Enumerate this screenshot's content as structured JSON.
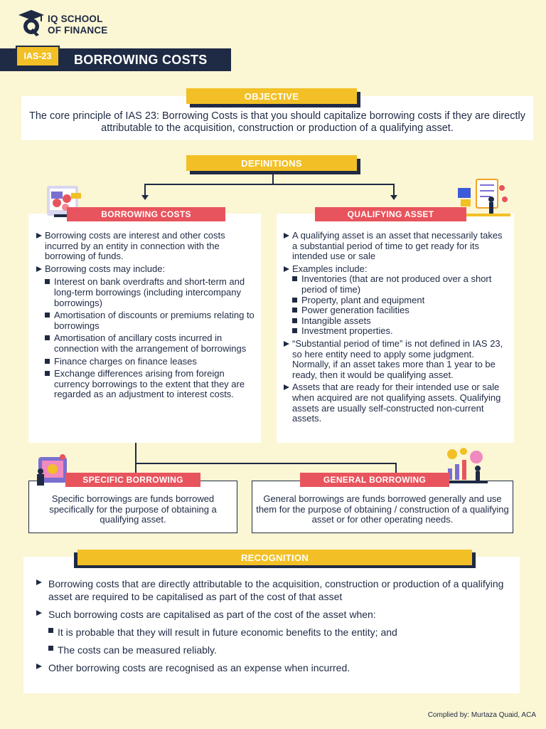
{
  "logo": {
    "line1": "IQ SCHOOL",
    "line2": "OF FINANCE",
    "icon": "graduation-cap-q-icon"
  },
  "header": {
    "tag": "IAS-23",
    "title": "BORROWING COSTS"
  },
  "objective": {
    "heading": "OBJECTIVE",
    "text": "The core principle of IAS 23: Borrowing Costs is that you should capitalize borrowing costs if they are directly attributable to the acquisition, construction or production of a qualifying asset."
  },
  "definitions": {
    "heading": "DEFINITIONS",
    "borrowing_costs": {
      "label": "BORROWING COSTS",
      "icon": "money-report-icon",
      "points": [
        "Borrowing costs are interest and other costs incurred by an entity in connection with the borrowing of funds.",
        "Borrowing costs may include:"
      ],
      "includes": [
        "Interest on bank overdrafts and short-term and long-term borrowings (including intercompany borrowings)",
        "Amortisation of discounts or premiums relating to borrowings",
        "Amortisation of ancillary costs incurred in connection with the arrangement of borrowings",
        "Finance charges on finance leases",
        "Exchange differences arising from foreign currency borrowings to the extent that they are regarded as an adjustment to interest costs."
      ]
    },
    "qualifying_asset": {
      "label": "QUALIFYING ASSET",
      "icon": "asset-dashboard-icon",
      "p1": "A qualifying asset is an asset that necessarily takes a substantial period of time to get ready for its intended use or sale",
      "p2": "Examples include:",
      "examples": [
        "Inventories (that are not produced over a short period of time)",
        "Property, plant and equipment",
        "Power generation facilities",
        "Intangible assets",
        "Investment properties."
      ],
      "p3": "“Substantial period of time” is not defined in IAS 23, so here entity need to apply some judgment. Normally, if an asset takes more than 1 year to be ready, then it would be qualifying asset.",
      "p4": "Assets that are ready for their intended use or sale when acquired are not qualifying assets. Qualifying assets are usually self-constructed non-current assets."
    }
  },
  "specific_borrowing": {
    "label": "SPECIFIC BORROWING",
    "icon": "money-transfer-icon",
    "text": "Specific borrowings are funds borrowed specifically for the purpose of obtaining a qualifying asset."
  },
  "general_borrowing": {
    "label": "GENERAL BORROWING",
    "icon": "growth-chart-icon",
    "text": "General borrowings are funds borrowed generally and use them for the purpose of obtaining / construction of a qualifying asset or for other operating needs."
  },
  "recognition": {
    "heading": "RECOGNITION",
    "p1": "Borrowing costs that are directly attributable to the acquisition, construction or production of a qualifying asset are required to be capitalised as part of the cost of that asset",
    "p2": "Such borrowing costs are capitalised as part of the cost of the asset when:",
    "conditions": [
      "It is probable that they will result in future economic benefits to the entity; and",
      "The costs can be measured reliably."
    ],
    "p3": "Other borrowing costs are recognised as an expense when incurred."
  },
  "footer": "Complied by: Murtaza Quaid, ACA",
  "colors": {
    "background": "#fbf6d4",
    "navy": "#1f2a44",
    "yellow": "#f2c026",
    "red": "#e8545d"
  }
}
